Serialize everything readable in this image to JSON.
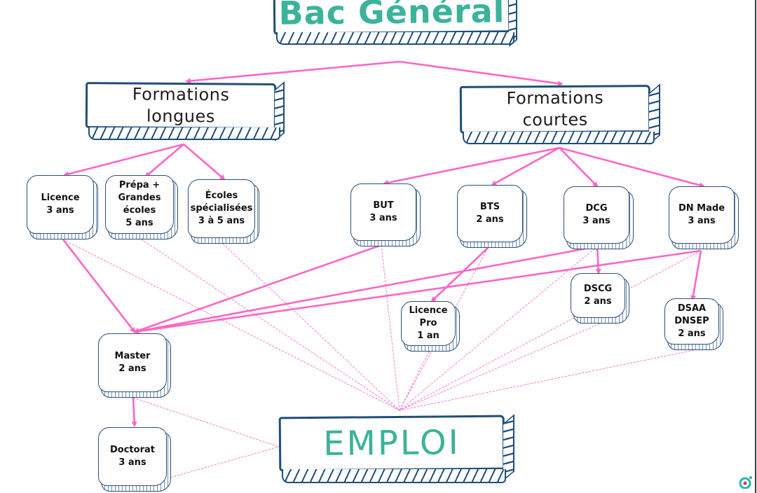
{
  "title": "Bac Général",
  "branches": {
    "long": "Formations\nlongues",
    "short": "Formations\ncourtes"
  },
  "nodes": {
    "licence": "Licence\n3 ans",
    "prepa": "Prépa +\nGrandes\nécoles\n5 ans",
    "ecoles": "Écoles\nspécialisées\n3 à 5 ans",
    "but": "BUT\n3 ans",
    "bts": "BTS\n2 ans",
    "dcg": "DCG\n3 ans",
    "dnmade": "DN Made\n3 ans",
    "dscg": "DSCG\n2 ans",
    "licence_pro": "Licence\nPro\n1 an",
    "dsaa": "DSAA\nDNSEP\n2 ans",
    "master": "Master\n2 ans",
    "doctorat": "Doctorat\n3 ans"
  },
  "outcome": "EMPLOI",
  "edges": {
    "solid": [
      [
        "bac",
        "long"
      ],
      [
        "bac",
        "short"
      ],
      [
        "long",
        "licence"
      ],
      [
        "long",
        "prepa"
      ],
      [
        "long",
        "ecoles"
      ],
      [
        "short",
        "but"
      ],
      [
        "short",
        "bts"
      ],
      [
        "short",
        "dcg"
      ],
      [
        "short",
        "dnmade"
      ],
      [
        "licence",
        "master"
      ],
      [
        "but",
        "master"
      ],
      [
        "dcg",
        "master"
      ],
      [
        "dnmade",
        "master"
      ],
      [
        "bts",
        "licence_pro"
      ],
      [
        "dcg",
        "dscg"
      ],
      [
        "dnmade",
        "dsaa"
      ],
      [
        "master",
        "doctorat"
      ]
    ],
    "dashed_to_emploi": [
      "licence",
      "prepa",
      "ecoles",
      "but",
      "bts",
      "dcg",
      "dnmade",
      "dscg",
      "licence_pro",
      "dsaa",
      "master",
      "doctorat"
    ]
  },
  "colors": {
    "accent_title": "#3bb39a",
    "box_outline": "#1f4e79",
    "arrow": "#ff66c4"
  }
}
